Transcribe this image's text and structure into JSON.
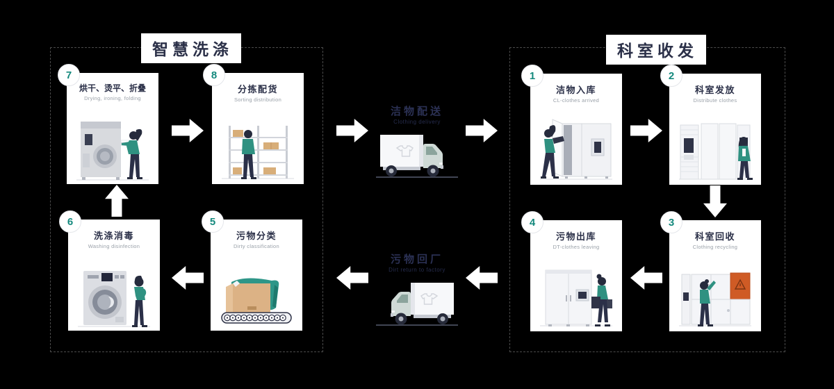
{
  "groups": {
    "left": {
      "title": "智慧洗涤"
    },
    "right": {
      "title": "科室收发"
    }
  },
  "cards": [
    {
      "number": "1",
      "title": "洁物入库",
      "subtitle": "CL-clothes arrived",
      "illustration": "person-loading-clean-locker"
    },
    {
      "number": "2",
      "title": "科室发放",
      "subtitle": "Distribute clothes",
      "illustration": "smart-lockers-with-person"
    },
    {
      "number": "3",
      "title": "科室回收",
      "subtitle": "Clothing recycling",
      "illustration": "recycling-lockers-orange-door-person"
    },
    {
      "number": "4",
      "title": "污物出库",
      "subtitle": "DT-clothes leaving",
      "illustration": "dirty-cabinet-person-with-bags"
    },
    {
      "number": "5",
      "title": "污物分类",
      "subtitle": "Dirty classification",
      "illustration": "cardboard-box-on-conveyor"
    },
    {
      "number": "6",
      "title": "洗涤消毒",
      "subtitle": "Washing disinfection",
      "illustration": "washing-machine-with-person"
    },
    {
      "number": "7",
      "title": "烘干、烫平、折叠",
      "subtitle": "Drying, ironing, folding",
      "illustration": "dryer-person-folding-clothes"
    },
    {
      "number": "8",
      "title": "分拣配货",
      "subtitle": "Sorting distribution",
      "illustration": "shelves-boxes-person"
    }
  ],
  "trucks": {
    "clean": {
      "label": "洁物配送",
      "sublabel": "Clothing delivery"
    },
    "dirty": {
      "label": "污物回厂",
      "sublabel": "Dirt return to factory"
    }
  },
  "colors": {
    "background": "#000000",
    "card_background": "#ffffff",
    "accent_teal": "#14897d",
    "person_shirt_teal": "#2f9181",
    "navy_text": "#2b3048",
    "truck_label_navy": "#2b3154",
    "warning_orange": "#cf5b25",
    "cardboard_tan": "#dcb285",
    "dashed_border_gray": "#4b4b4b",
    "arrow_white": "#ffffff"
  }
}
